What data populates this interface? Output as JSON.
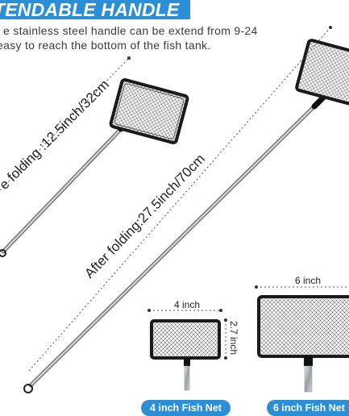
{
  "header": {
    "title": "TENDABLE HANDLE"
  },
  "description": {
    "line1": "e stainless steel handle can be extend from 9-24",
    "line2": "easy to reach the bottom of the fish tank."
  },
  "measurements": {
    "before_folding": "e folding :12.5inch/32cm",
    "after_folding": "After folding:27.5inch/70cm",
    "small_width": "4 inch",
    "small_height": "2.7 inch",
    "large_width": "6 inch"
  },
  "labels": {
    "small_net": "4 inch Fish Net",
    "large_net": "6 inch Fish Net"
  },
  "colors": {
    "accent": "#2a8fd6",
    "net_frame": "#1a1a1a",
    "steel": "#b8bcc0"
  }
}
